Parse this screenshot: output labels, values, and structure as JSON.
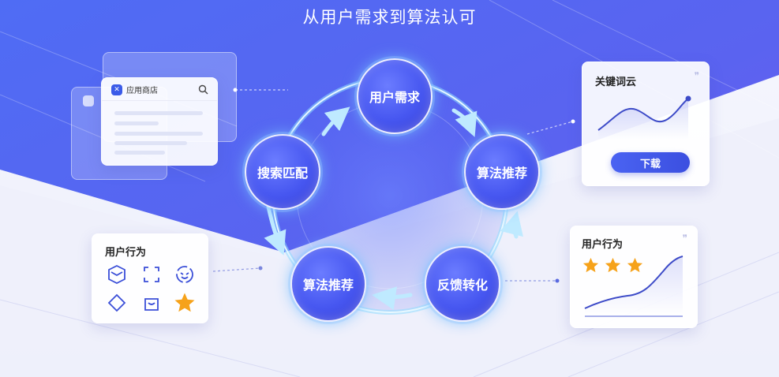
{
  "title": "从用户需求到算法认可",
  "nodes": {
    "n1": "用户需求",
    "n2": "算法推荐",
    "n3": "反馈转化",
    "n4": "算法推荐",
    "n5": "搜索匹配"
  },
  "app_store_card": {
    "title": "应用商店",
    "icon": "search-icon"
  },
  "keyword_card": {
    "title": "关键词云",
    "button_label": "下载"
  },
  "behavior_card_right": {
    "title": "用户行为",
    "stars": 3
  },
  "behavior_card_left": {
    "title": "用户行为",
    "icons": [
      "hexagon-icon",
      "frame-icon",
      "smile-icon",
      "diamond-icon",
      "bag-icon",
      "star-icon"
    ]
  },
  "colors": {
    "accent": "#4a5cf0",
    "star": "#f6a21a",
    "glow": "#7fd3ff"
  }
}
